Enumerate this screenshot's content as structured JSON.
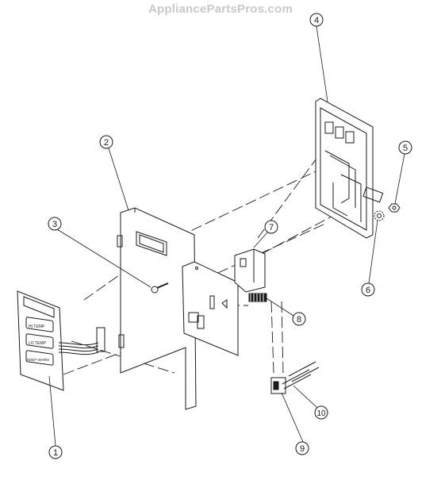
{
  "watermark": "AppliancePartsPros.com",
  "callouts": [
    "1",
    "2",
    "3",
    "4",
    "5",
    "6",
    "7",
    "8",
    "9",
    "10"
  ],
  "keypad": {
    "labels": [
      "HI TEMP",
      "LO TEMP",
      "KEEP WARM"
    ]
  }
}
